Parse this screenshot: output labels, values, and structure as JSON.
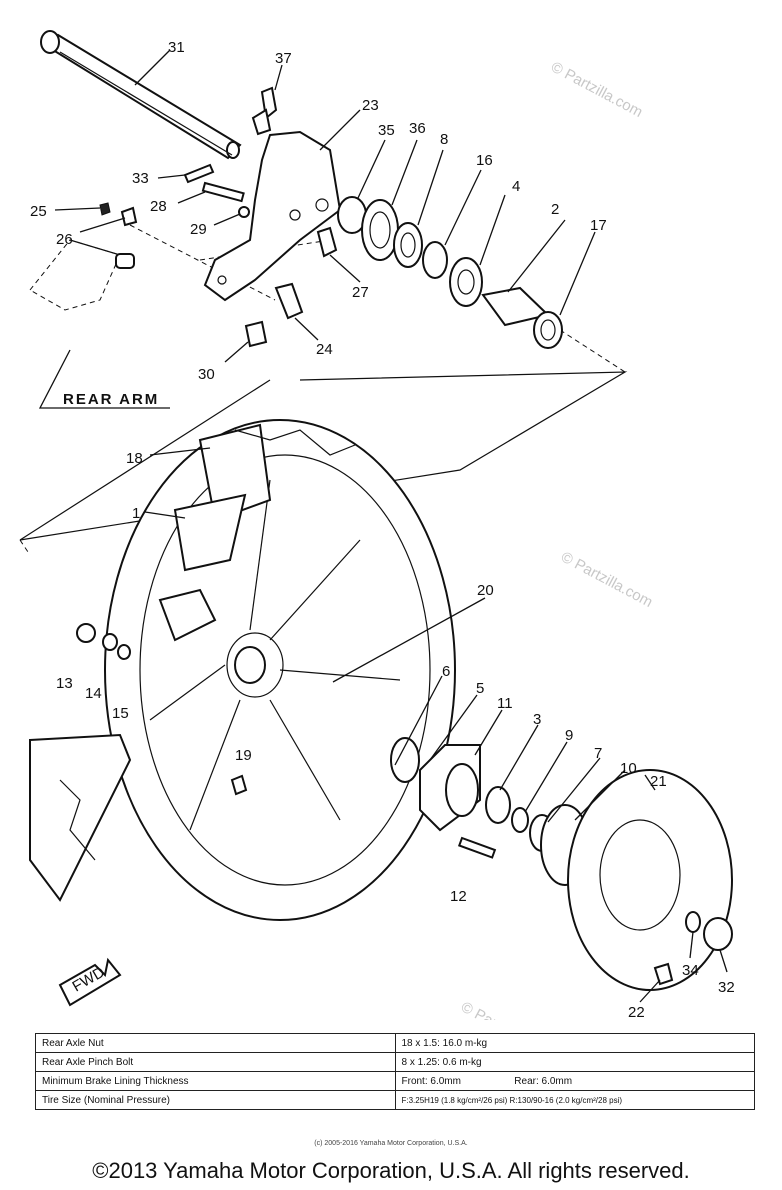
{
  "diagram": {
    "callouts": [
      "31",
      "37",
      "23",
      "35",
      "36",
      "8",
      "16",
      "4",
      "2",
      "17",
      "33",
      "28",
      "29",
      "25",
      "26",
      "27",
      "24",
      "30",
      "18",
      "1",
      "20",
      "13",
      "14",
      "15",
      "6",
      "5",
      "11",
      "3",
      "9",
      "7",
      "10",
      "21",
      "19",
      "12",
      "34",
      "32",
      "22"
    ],
    "rear_arm_label": "REAR ARM",
    "fwd_label": "FWD",
    "watermark": "© Partzilla.com"
  },
  "specs": {
    "rows": [
      {
        "label": "Rear Axle Nut",
        "value": "18 x 1.5: 16.0 m-kg"
      },
      {
        "label": "Rear Axle Pinch Bolt",
        "value": "8 x 1.25: 0.6 m-kg"
      },
      {
        "label": "Minimum Brake Lining Thickness",
        "value_front": "Front: 6.0mm",
        "value_rear": "Rear: 6.0mm"
      },
      {
        "label": "Tire Size (Nominal Pressure)",
        "value": "F:3.25H19 (1.8 kg/cm²/26 psi)   R:130/90-16 (2.0 kg/cm²/28 psi)"
      }
    ]
  },
  "source_line": "(c) 2005-2016 Yamaha Motor Corporation, U.S.A.",
  "copyright": "©2013 Yamaha Motor Corporation, U.S.A. All rights reserved."
}
